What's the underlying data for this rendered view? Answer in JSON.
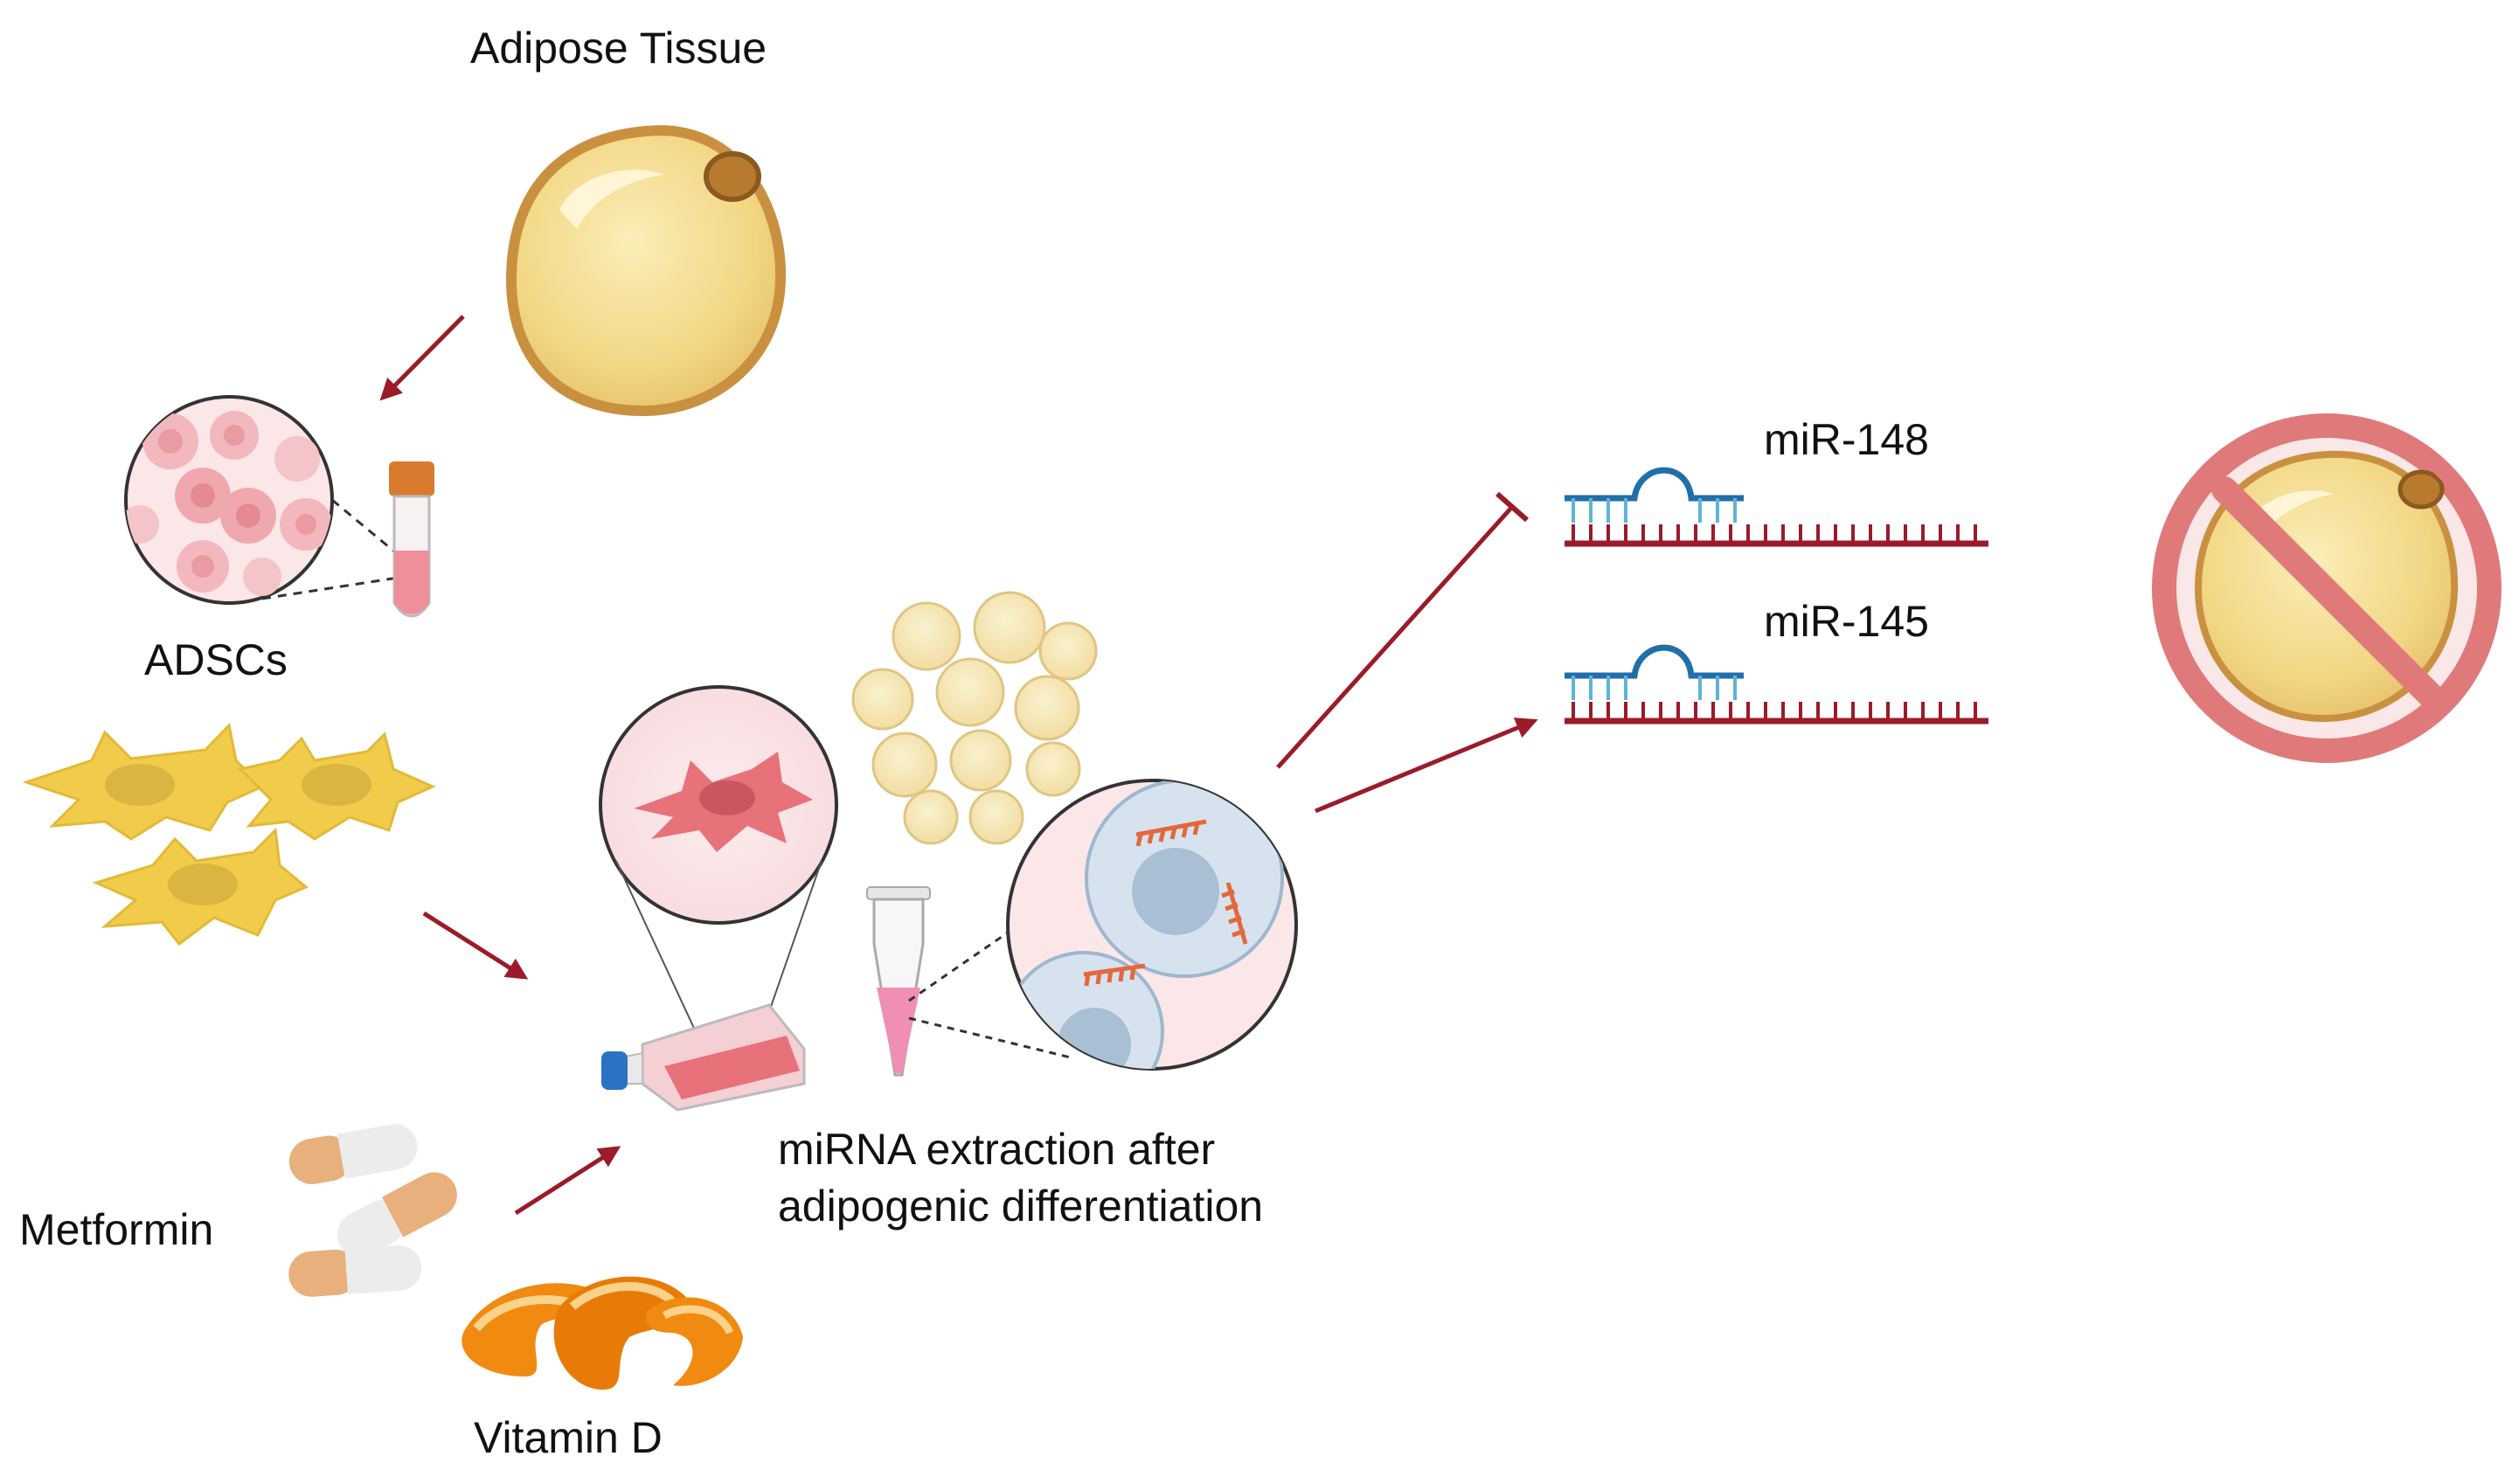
{
  "labels": {
    "adipose_tissue": "Adipose Tissue",
    "adscs": "ADSCs",
    "metformin": "Metformin",
    "vitamin_d": "Vitamin D",
    "mirna_extraction_line1": "miRNA extraction after",
    "mirna_extraction_line2": "adipogenic differentiation",
    "mir148": "miR-148",
    "mir145": "miR-145"
  },
  "colors": {
    "arrow": "#9b1b2a",
    "fat_cell_fill": "#f4dc8c",
    "fat_cell_edge": "#c9913f",
    "stem_cell": "#f0cc4a",
    "pink_cell": "#e8727a",
    "mirna_strand": "#9b1b2a",
    "mirna_probe": "#1f6fa8",
    "prohibition": "#e07a7a",
    "orange_peel": "#f08a10",
    "capsule_orange": "#e8b07c"
  },
  "relations": [
    {
      "from": "adipose_tissue",
      "to": "adscs",
      "type": "activation"
    },
    {
      "from": "adscs",
      "to": "culture_flask",
      "type": "activation"
    },
    {
      "from": "metformin",
      "to": "culture_flask",
      "type": "activation"
    },
    {
      "from": "mirna_extraction",
      "to": "mir148",
      "type": "inhibition"
    },
    {
      "from": "mirna_extraction",
      "to": "mir145",
      "type": "activation"
    }
  ]
}
